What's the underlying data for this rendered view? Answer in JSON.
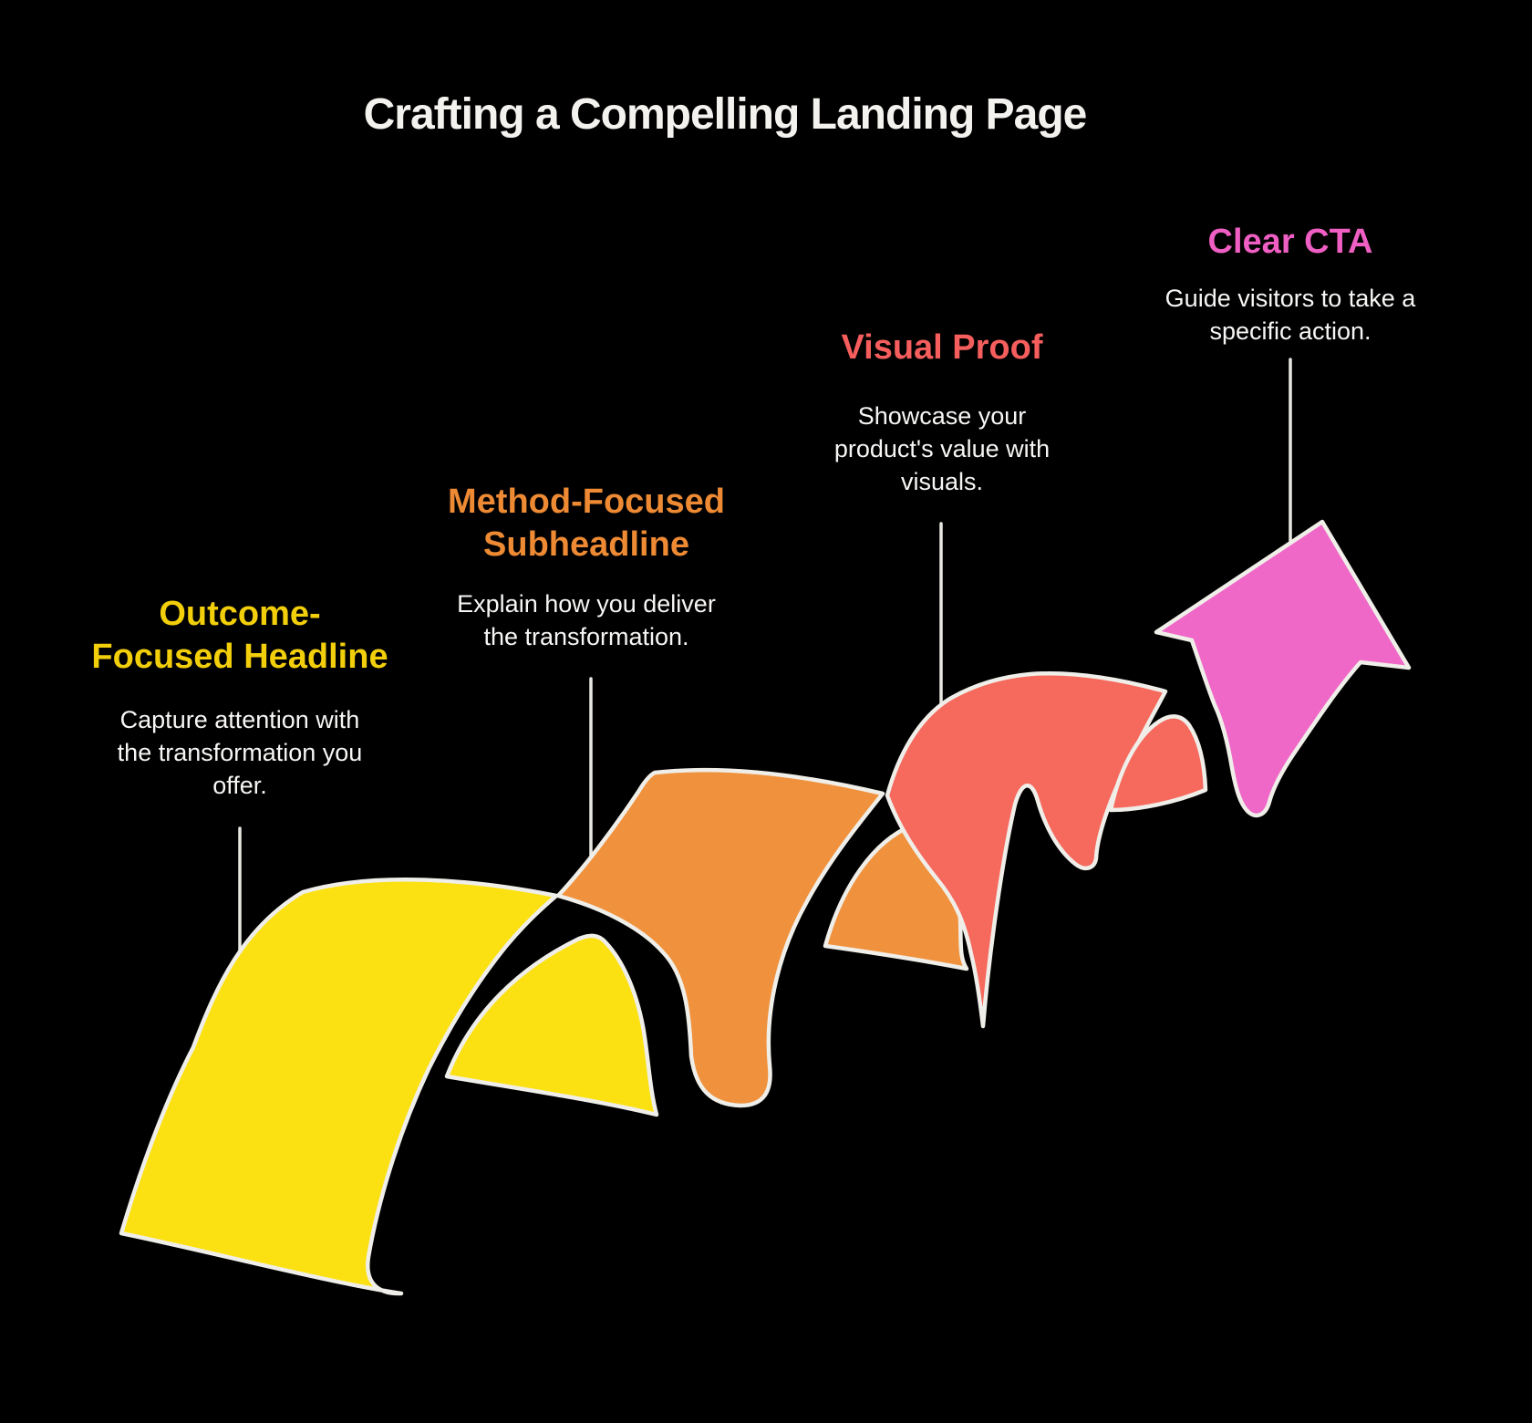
{
  "title": {
    "text": "Crafting a Compelling Landing Page",
    "color": "#F4F2EF"
  },
  "canvas": {
    "background": "#000000",
    "outline_color": "#F0EEE9",
    "connector_color": "#E9E7E2"
  },
  "steps": [
    {
      "name": "outcome-focused-headline",
      "title_lines": {
        "0": "Outcome-",
        "1": "Focused Headline"
      },
      "title_color": "#F2CF0A",
      "ribbon_color": "#FBE112",
      "description_lines": {
        "0": "Capture attention with",
        "1": "the transformation you",
        "2": "offer."
      }
    },
    {
      "name": "method-focused-subheadline",
      "title_lines": {
        "0": "Method-Focused",
        "1": "Subheadline"
      },
      "title_color": "#ED8A33",
      "ribbon_color": "#F0923D",
      "description_lines": {
        "0": "Explain how you deliver",
        "1": "the transformation."
      }
    },
    {
      "name": "visual-proof",
      "title_lines": {
        "0": "Visual Proof"
      },
      "title_color": "#F55E5D",
      "ribbon_color": "#F6695D",
      "description_lines": {
        "0": "Showcase your",
        "1": "product's value with",
        "2": "visuals."
      }
    },
    {
      "name": "clear-cta",
      "title_lines": {
        "0": "Clear CTA"
      },
      "title_color": "#EF5EC3",
      "ribbon_color": "#EF68C7",
      "description_lines": {
        "0": "Guide visitors to take a",
        "1": "specific action."
      }
    }
  ]
}
